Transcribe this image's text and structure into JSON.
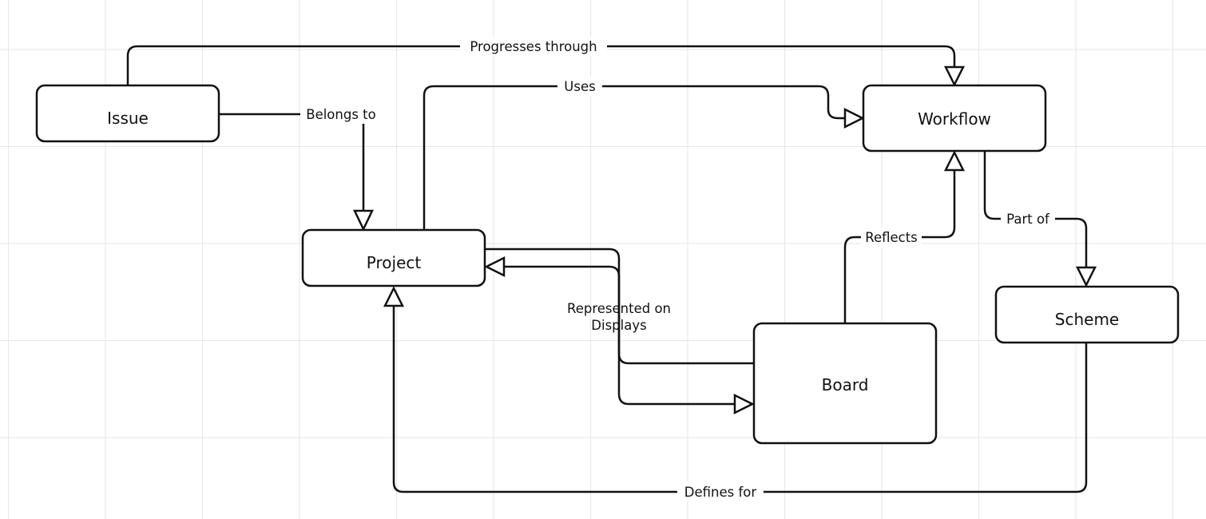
{
  "nodes": {
    "issue": "Issue",
    "project": "Project",
    "workflow": "Workflow",
    "board": "Board",
    "scheme": "Scheme"
  },
  "edges": {
    "progresses_through": "Progresses through",
    "uses": "Uses",
    "belongs_to": "Belongs to",
    "reflects": "Reflects",
    "part_of": "Part of",
    "represented_on": "Represented on",
    "displays": "Displays",
    "defines_for": "Defines for"
  },
  "colors": {
    "stroke": "#111111",
    "grid": "#e6e6e6",
    "background": "#ffffff"
  }
}
